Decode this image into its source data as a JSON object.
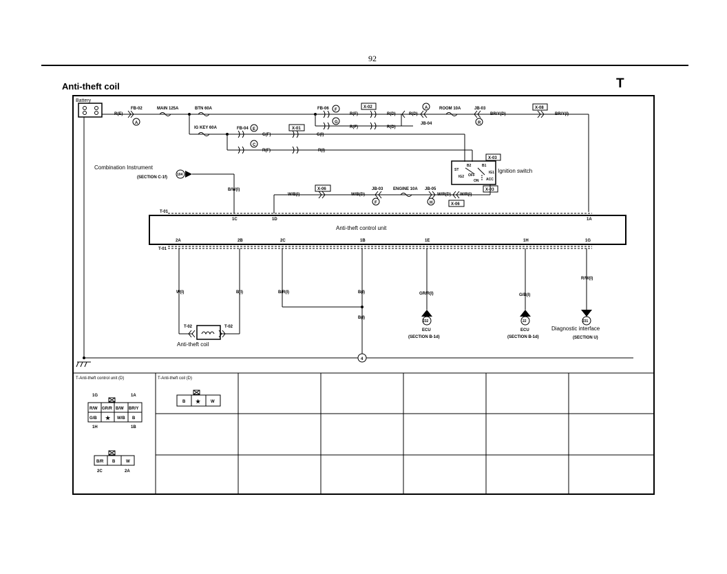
{
  "page": {
    "number": "92",
    "title": "Anti-theft coil",
    "section_letter": "T"
  },
  "components": {
    "battery": "Battery",
    "combination_instrument": "Combination Instrument",
    "combination_instrument_section": "(SECTION C-1f)",
    "ignition_switch": "Ignition switch",
    "control_unit": "Anti-theft control unit",
    "anti_theft_coil": "Anti-theft coil",
    "diagnostic_interface": "Diagnostic interface",
    "diagnostic_section": "(SECTION U)",
    "ecu_232": "ECU",
    "ecu_232_section": "(SECTION B-1d)",
    "ecu_22": "ECU",
    "ecu_22_section": "(SECTION B-1d)"
  },
  "fuses": {
    "main": "MAIN 125A",
    "btn": "BTN 60A",
    "ig_key": "IG KEY 60A",
    "room": "ROOM 10A",
    "engine": "ENGINE 10A"
  },
  "connectors": {
    "fb02": "FB-02",
    "fb06": "FB-06",
    "fb04": "FB-04",
    "x02": "X-02",
    "x01": "X-01",
    "x08": "X-08",
    "x03a": "X-03",
    "x03b": "X-03",
    "x06a": "X-06",
    "x06b": "X-06",
    "jb03a": "JB-03",
    "jb03b": "JB-03",
    "jb04": "JB-04",
    "jb05": "JB-05",
    "t01a": "T-01",
    "t01b": "T-01",
    "t02a": "T-02",
    "t02b": "T-02"
  },
  "circles": {
    "a1": "A",
    "f1": "F",
    "g1": "G",
    "e1": "E",
    "c1": "C",
    "a2": "A",
    "r1": "R",
    "f2": "F",
    "h1": "H",
    "n104": "104",
    "n232": "232",
    "n22": "22",
    "n231": "231",
    "n4": "4"
  },
  "wires": {
    "re": "R(E)",
    "rf1": "R(F)",
    "rd1": "R(D)",
    "rd2": "R(D)",
    "rf2": "R(F)",
    "rd3": "R(D)",
    "gf": "G(F)",
    "gi": "G(I)",
    "rf3": "R(F)",
    "ri": "R(I)",
    "bry_d": "BR/Y(D)",
    "bry_i": "BR/Y(I)",
    "bwi": "B/W(I)",
    "wbi": "W/B(I)",
    "wbd": "W/B(D)",
    "wrd": "W/R(D)",
    "wri": "W/R(I)",
    "wi": "W(I)",
    "bi1": "B(I)",
    "bri": "B/R(I)",
    "bi2": "B(I)",
    "bi3": "B(I)",
    "grri": "GR/R(I)",
    "gbi": "G/B(I)",
    "rwi": "R/W(I)"
  },
  "pins": {
    "p1c": "1C",
    "p1d": "1D",
    "p1a": "1A",
    "p2a": "2A",
    "p2b": "2B",
    "p2c": "2C",
    "p1b": "1B",
    "p1e": "1E",
    "p1h": "1H",
    "p1g": "1G"
  },
  "switch_labels": {
    "st": "ST",
    "b2": "B2",
    "b1": "B1",
    "ig1": "IG1",
    "ig2": "IG2",
    "off": "OFF",
    "on": "ON",
    "acc": "ACC"
  },
  "tables": {
    "t1_title": "T-Anti-theft control unit (D)",
    "t1_p1g": "1G",
    "t1_p1a": "1A",
    "t1_p1h": "1H",
    "t1_p1b": "1B",
    "t1_row1": [
      "R/W",
      "GR/R",
      "B/W",
      "BR/Y"
    ],
    "t1_row2": [
      "G/B",
      "★",
      "W/B",
      "B"
    ],
    "t1_row3": [
      "B/R",
      "B",
      "W"
    ],
    "t1_p2c": "2C",
    "t1_p2a": "2A",
    "t2_title": "T-Anti-theft coil (D)",
    "t2_row": [
      "B",
      "★",
      "W"
    ]
  }
}
